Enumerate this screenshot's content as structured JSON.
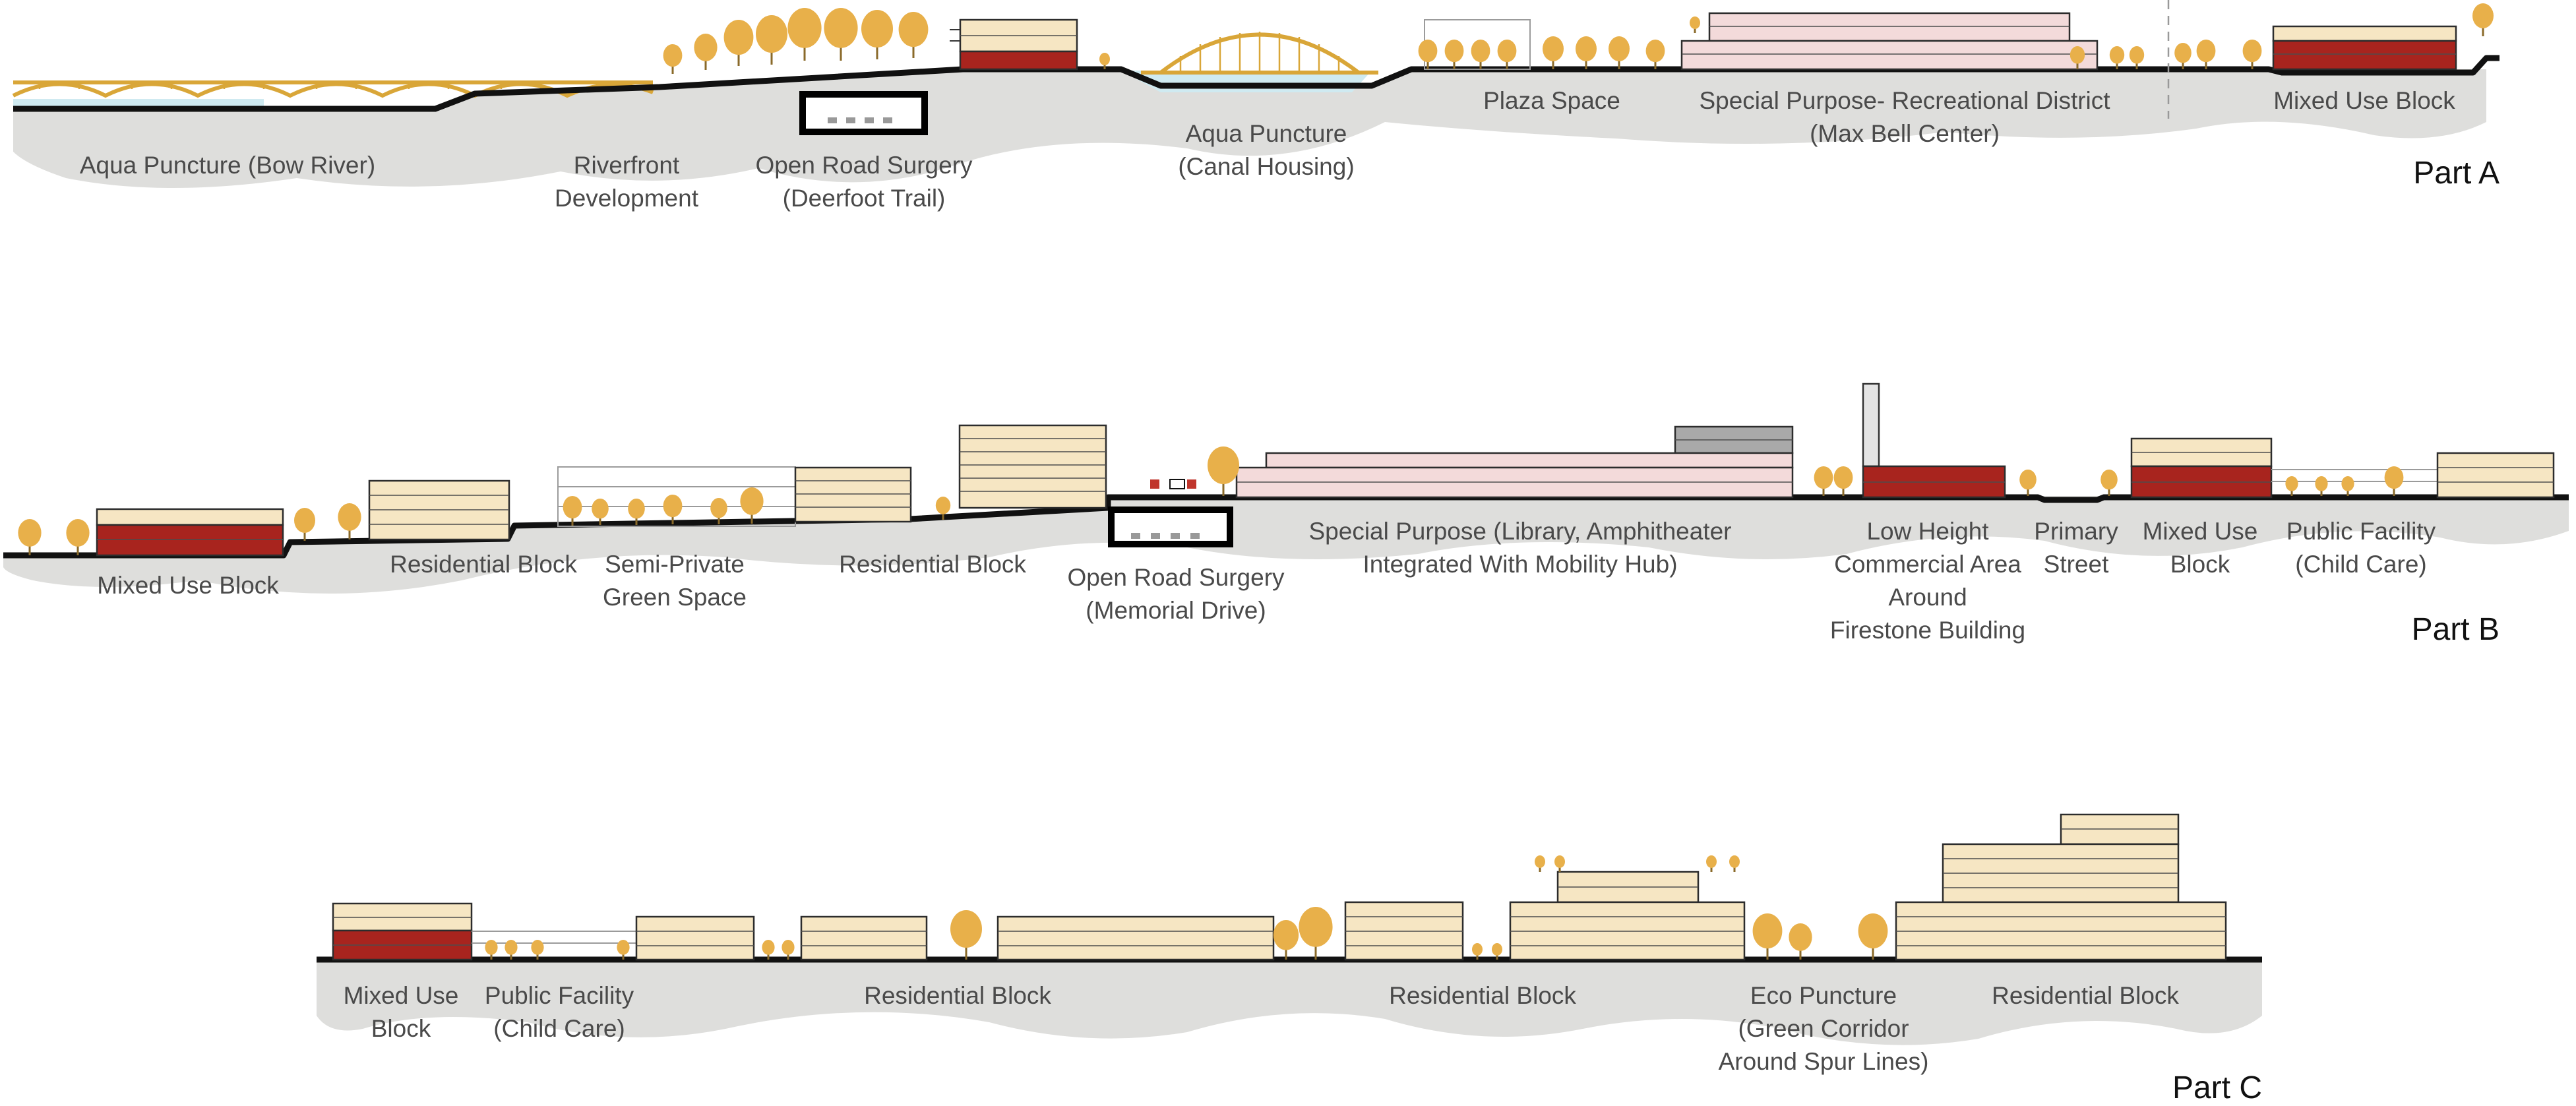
{
  "title": "",
  "parts": [
    {
      "label": "Part A",
      "annotations": [
        {
          "id": "a1",
          "lines": [
            "Aqua Puncture (Bow River)"
          ]
        },
        {
          "id": "a2",
          "lines": [
            "Riverfront",
            "Development"
          ]
        },
        {
          "id": "a3",
          "lines": [
            "Open Road Surgery",
            "(Deerfoot Trail)"
          ]
        },
        {
          "id": "a4",
          "lines": [
            "Aqua Puncture",
            "(Canal Housing)"
          ]
        },
        {
          "id": "a5",
          "lines": [
            "Plaza Space"
          ]
        },
        {
          "id": "a6",
          "lines": [
            "Special Purpose- Recreational District",
            "(Max Bell Center)"
          ]
        },
        {
          "id": "a7",
          "lines": [
            "Mixed Use Block"
          ]
        }
      ]
    },
    {
      "label": "Part B",
      "annotations": [
        {
          "id": "b1",
          "lines": [
            "Mixed Use Block"
          ]
        },
        {
          "id": "b2",
          "lines": [
            "Residential Block"
          ]
        },
        {
          "id": "b3",
          "lines": [
            "Semi-Private",
            "Green Space"
          ]
        },
        {
          "id": "b4",
          "lines": [
            "Residential Block"
          ]
        },
        {
          "id": "b5",
          "lines": [
            "Open Road Surgery",
            "(Memorial Drive)"
          ]
        },
        {
          "id": "b6",
          "lines": [
            "Special Purpose (Library, Amphitheater",
            "Integrated With Mobility Hub)"
          ]
        },
        {
          "id": "b7",
          "lines": [
            "Low Height",
            "Commercial Area",
            "Around",
            "Firestone Building"
          ]
        },
        {
          "id": "b8",
          "lines": [
            "Primary",
            "Street"
          ]
        },
        {
          "id": "b9",
          "lines": [
            "Mixed Use",
            "Block"
          ]
        },
        {
          "id": "b10",
          "lines": [
            "Public Facility",
            "(Child Care)"
          ]
        }
      ]
    },
    {
      "label": "Part C",
      "annotations": [
        {
          "id": "c1",
          "lines": [
            "Mixed Use",
            "Block"
          ]
        },
        {
          "id": "c2",
          "lines": [
            "Public Facility",
            "(Child Care)"
          ]
        },
        {
          "id": "c3",
          "lines": [
            "Residential Block"
          ]
        },
        {
          "id": "c4",
          "lines": [
            "Residential Block"
          ]
        },
        {
          "id": "c5",
          "lines": [
            "Eco Puncture",
            "(Green Corridor",
            "Around Spur Lines)"
          ]
        },
        {
          "id": "c6",
          "lines": [
            "Residential Block"
          ]
        }
      ]
    }
  ],
  "legend_colors": {
    "residential": "#f6e6c3",
    "mixed_use_ground": "#a8241e",
    "special_purpose": "#f3dada",
    "ground": "#dededc",
    "trees": "#e8b04a",
    "water": "#cfeaf1"
  }
}
